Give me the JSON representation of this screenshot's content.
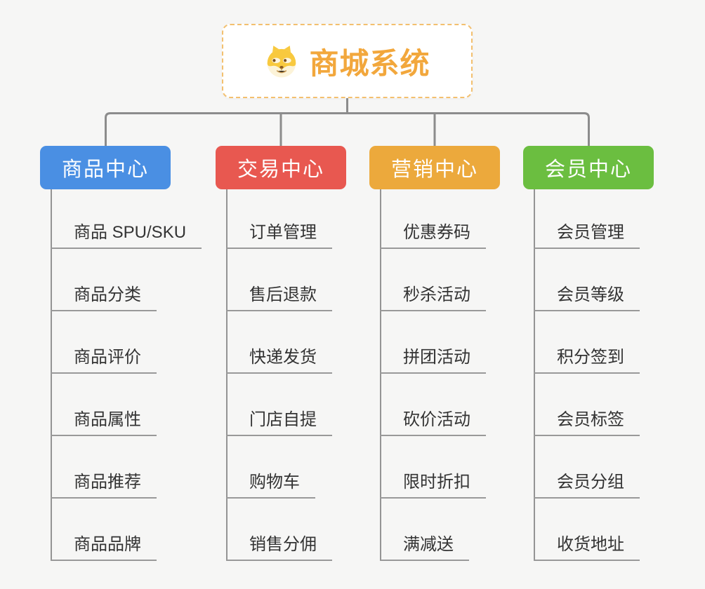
{
  "root": {
    "title": "商城系统",
    "icon": "dog-face"
  },
  "branches": [
    {
      "label": "商品中心",
      "color": "#4a8fe3",
      "items": [
        "商品 SPU/SKU",
        "商品分类",
        "商品评价",
        "商品属性",
        "商品推荐",
        "商品品牌"
      ]
    },
    {
      "label": "交易中心",
      "color": "#e85850",
      "items": [
        "订单管理",
        "售后退款",
        "快递发货",
        "门店自提",
        "购物车",
        "销售分佣"
      ]
    },
    {
      "label": "营销中心",
      "color": "#eca93c",
      "items": [
        "优惠券码",
        "秒杀活动",
        "拼团活动",
        "砍价活动",
        "限时折扣",
        "满减送"
      ]
    },
    {
      "label": "会员中心",
      "color": "#6bbe40",
      "items": [
        "会员管理",
        "会员等级",
        "积分签到",
        "会员标签",
        "会员分组",
        "收货地址"
      ]
    }
  ],
  "colors": {
    "background": "#f6f6f5",
    "root_text": "#f2a73c",
    "root_border": "#f3c06f",
    "connector": "#8c8c8c",
    "sub_line": "#999999",
    "sub_text": "#333333"
  }
}
